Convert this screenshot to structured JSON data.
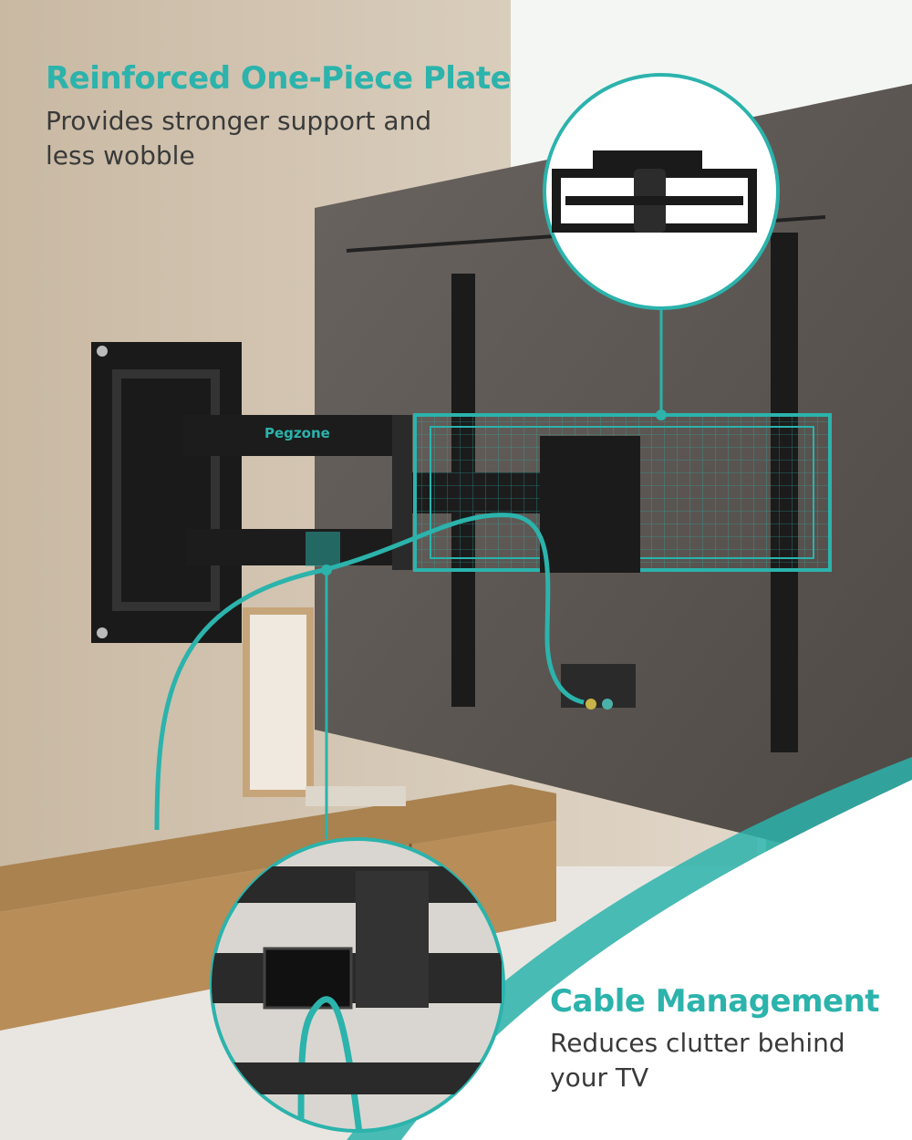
{
  "brand": {
    "logo_text": "Pegzone"
  },
  "callouts": {
    "plate": {
      "title": "Reinforced One-Piece Plate",
      "subtitle": "Provides stronger support and less wobble"
    },
    "cable": {
      "title": "Cable Management",
      "subtitle": "Reduces clutter behind your TV"
    }
  },
  "colors": {
    "accent": "#2bb3ac",
    "tv_back": "#5c5652",
    "mount_metal": "#1a1a1a",
    "text_dark": "#3a3a3a"
  }
}
